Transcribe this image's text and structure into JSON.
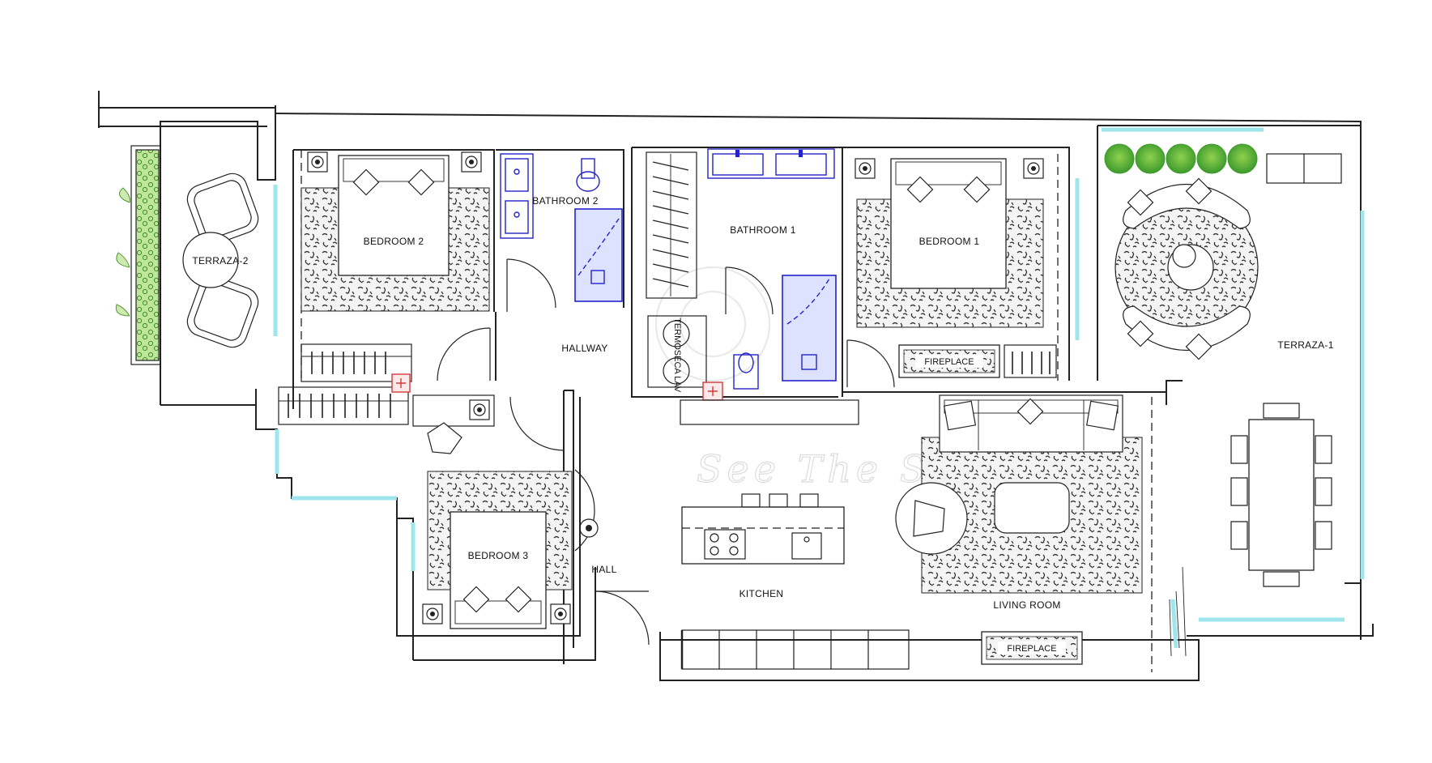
{
  "plan": {
    "rooms": {
      "terraza2": "TERRAZA-2",
      "bedroom2": "BEDROOM 2",
      "bathroom2": "BATHROOM 2",
      "bathroom1": "BATHROOM 1",
      "bedroom1": "BEDROOM 1",
      "terraza1": "TERRAZA-1",
      "hallway": "HALLWAY",
      "bedroom3": "BEDROOM 3",
      "hall": "HALL",
      "kitchen": "KITCHEN",
      "living_room": "LIVING ROOM"
    },
    "fixtures": {
      "fireplace_bedroom": "FIREPLACE",
      "fireplace_living": "FIREPLACE",
      "washer": "TERMO",
      "dryer": "SECA LAV"
    },
    "watermark": "See The Sun",
    "colors": {
      "walls": "#222222",
      "glazing": "#9fe6ec",
      "sanitary": "#2323c8",
      "planter": "#7ec850",
      "electrical_panel": "#d23a3a"
    }
  }
}
